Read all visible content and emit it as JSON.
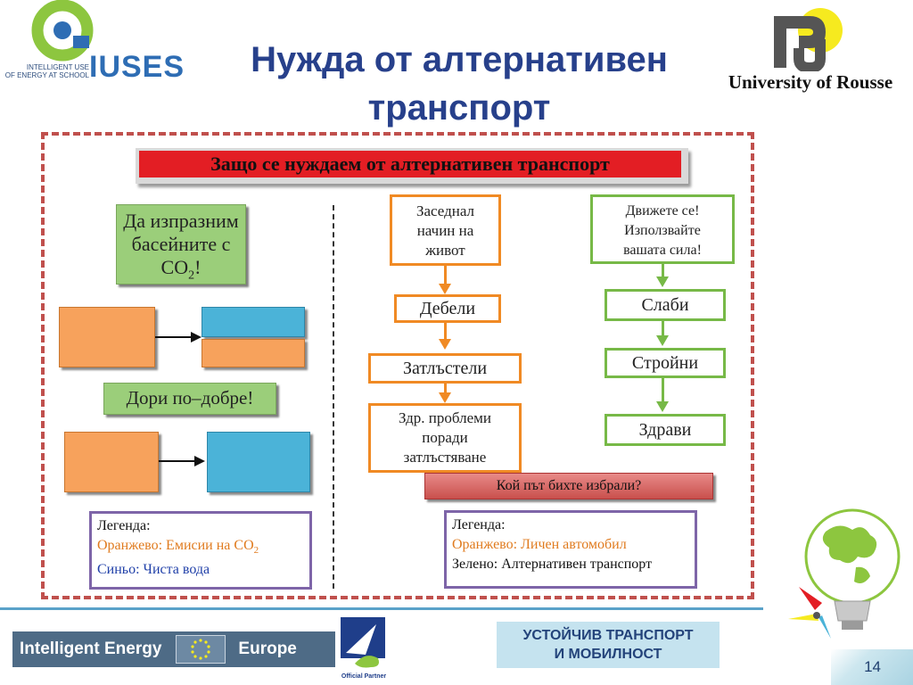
{
  "header": {
    "title": "Нужда от алтернативен транспорт",
    "logo_text": "IUSES",
    "logo_subtext_line1": "INTELLIGENT USE",
    "logo_subtext_line2": "OF ENERGY AT SCHOOL",
    "university": "University of Rousse"
  },
  "banner": "Защо се нуждаем от алтернативен транспорт",
  "left": {
    "box1_line1": "Да изпразним",
    "box1_line2": "басейните с",
    "box1_line3": "CO",
    "box1_sub": "2",
    "box1_end": "!",
    "box2": "Дори по–добре!",
    "legend_title": "Легенда:",
    "legend_orange_label": "Оранжево: Емисии на CO",
    "legend_orange_sub": "2",
    "legend_blue_label": "Синьо: ",
    "legend_blue_value": "Чиста вода"
  },
  "flow_orange": {
    "box1_line1": "Заседнал",
    "box1_line2": "начин на",
    "box1_line3": "живот",
    "box2": "Дебели",
    "box3": "Затлъстели",
    "box4_line1": "Здр. проблеми",
    "box4_line2": "поради",
    "box4_line3": "затлъстяване"
  },
  "flow_green": {
    "box1_line1": "Движете се!",
    "box1_line2": "Използвайте",
    "box1_line3": "вашата сила!",
    "box2": "Слаби",
    "box3": "Стройни",
    "box4": "Здрави"
  },
  "question": "Кой път бихте избрали?",
  "legend2": {
    "title": "Легенда:",
    "orange": "Оранжево: Личен автомобил",
    "green": "Зелено: Алтернативен транспорт"
  },
  "footer": {
    "ie_left": "Intelligent Energy",
    "ie_right": "Europe",
    "partner": "Official Partner",
    "topic_line1": "УСТОЙЧИВ ТРАНСПОРТ",
    "topic_line2": "И МОБИЛНОСТ",
    "page_number": "14"
  },
  "colors": {
    "title": "#27408b",
    "frame": "#c0504d",
    "orange": "#f08a24",
    "green": "#77b947",
    "purple": "#7e65a8",
    "blue": "#4bb3d8"
  }
}
